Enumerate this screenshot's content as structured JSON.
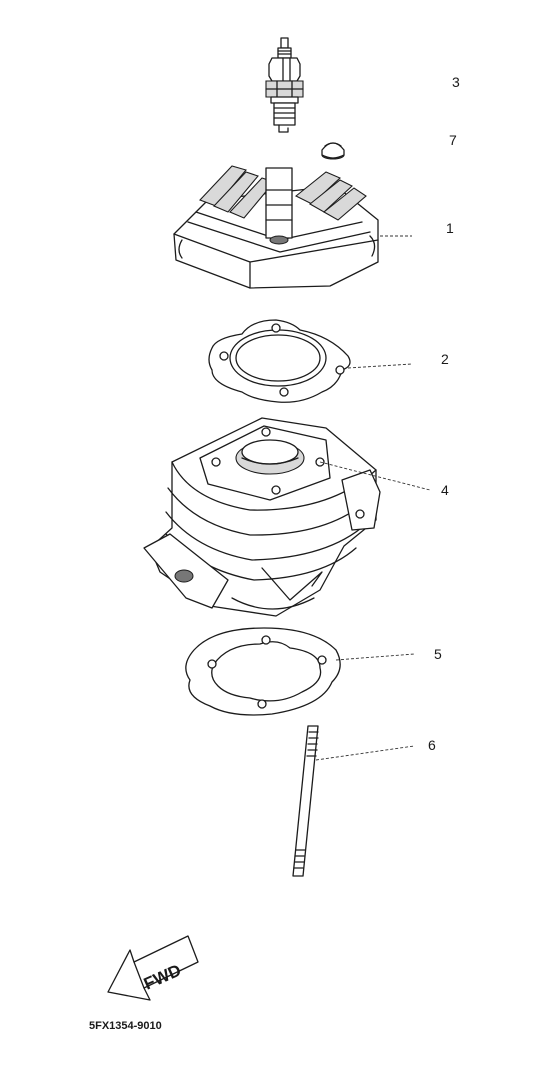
{
  "parts": [
    {
      "number": "3",
      "name": "spark plug"
    },
    {
      "number": "7",
      "name": "cap"
    },
    {
      "number": "1",
      "name": "cylinder head"
    },
    {
      "number": "2",
      "name": "head gasket"
    },
    {
      "number": "4",
      "name": "cylinder"
    },
    {
      "number": "5",
      "name": "base gasket"
    },
    {
      "number": "6",
      "name": "stud bolt"
    }
  ],
  "fwd_label": "FWD",
  "diagram_code": "5FX1354-9010"
}
